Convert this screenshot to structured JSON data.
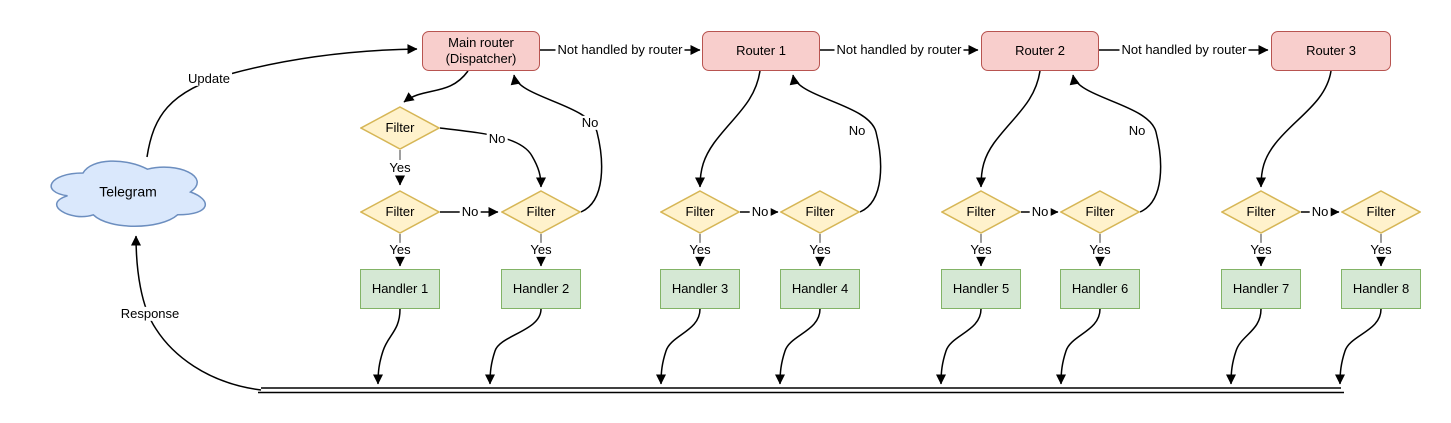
{
  "diagram": {
    "cloud": {
      "label": "Telegram"
    },
    "dispatcher": {
      "line1": "Main router",
      "line2": "(Dispatcher)"
    },
    "routers": [
      "Router 1",
      "Router 2",
      "Router 3"
    ],
    "filter_label": "Filter",
    "handlers": [
      "Handler 1",
      "Handler 2",
      "Handler 3",
      "Handler 4",
      "Handler 5",
      "Handler 6",
      "Handler 7",
      "Handler 8"
    ],
    "edge_labels": {
      "update": "Update",
      "response": "Response",
      "yes": "Yes",
      "no": "No",
      "not_handled": "Not handled by router"
    },
    "colors": {
      "background": "#ffffff",
      "cloud_fill": "#dae8fc",
      "cloud_stroke": "#6c8ebf",
      "router_fill": "#f8cecc",
      "router_stroke": "#b85450",
      "filter_fill": "#fff2cc",
      "filter_stroke": "#d6b656",
      "handler_fill": "#d5e8d4",
      "handler_stroke": "#82b366",
      "edge": "#000000",
      "stub": "#7f7f7f"
    }
  }
}
